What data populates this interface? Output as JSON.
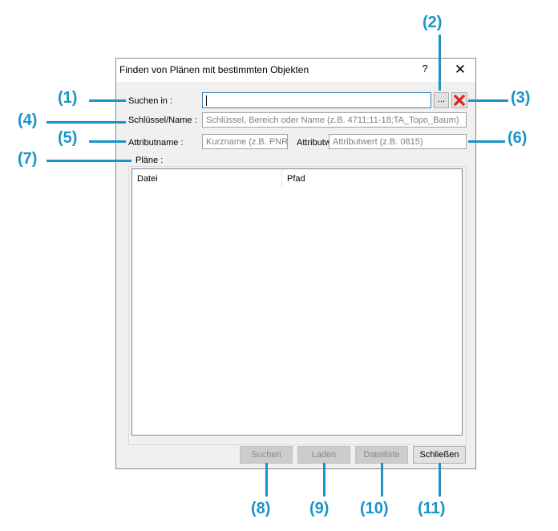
{
  "dialog": {
    "title": "Finden von Plänen mit bestimmten Objekten",
    "help_label": "?",
    "close_label": "✕"
  },
  "form": {
    "search_in_label": "Suchen in :",
    "search_in_value": "",
    "browse_label": "...",
    "clear_icon": "red-x-icon",
    "key_label": "Schlüssel/Name :",
    "key_placeholder": "Schlüssel, Bereich oder Name (z.B. 4711;11-18;TA_Topo_Baum)",
    "attr_name_label": "Attributname :",
    "attr_name_placeholder": "Kurzname (z.B. PNR)",
    "attr_value_label": "Attributwert :",
    "attr_value_placeholder": "Attributwert (z.B. 0815)",
    "plans_label": "Pläne :"
  },
  "table": {
    "columns": [
      "Datei",
      "Pfad"
    ],
    "rows": []
  },
  "buttons": {
    "search": "Suchen",
    "load": "Laden",
    "filelist": "Dateiliste",
    "close": "Schließen"
  },
  "callouts": {
    "c1": "(1)",
    "c2": "(2)",
    "c3": "(3)",
    "c4": "(4)",
    "c5": "(5)",
    "c6": "(6)",
    "c7": "(7)",
    "c8": "(8)",
    "c9": "(9)",
    "c10": "(10)",
    "c11": "(11)"
  },
  "colors": {
    "callout": "#1a93c9",
    "clear_icon": "#d9261c"
  }
}
